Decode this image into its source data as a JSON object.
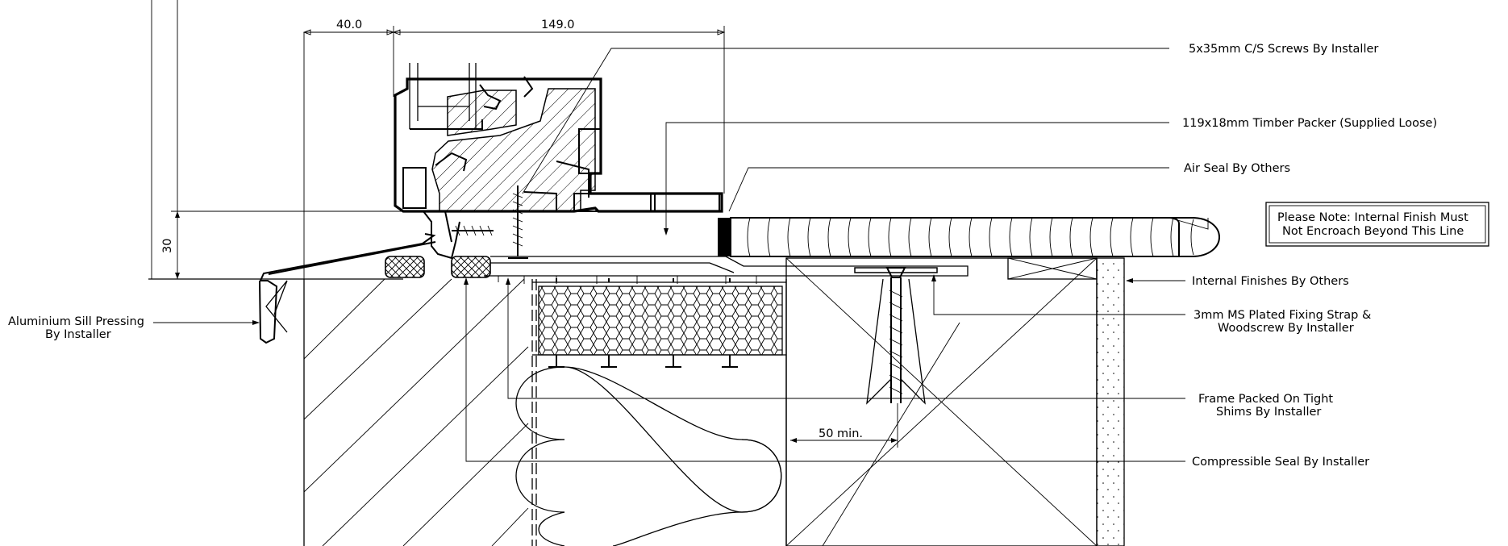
{
  "dimensions": {
    "d40": "40.0",
    "d149": "149.0",
    "d30": "30",
    "d50": "50 min."
  },
  "labels": {
    "screws": "5x35mm C/S Screws By Installer",
    "packer": "119x18mm Timber Packer (Supplied Loose)",
    "airseal": "Air Seal By Others",
    "finishes": "Internal Finishes By Others",
    "strap_1": "3mm MS Plated Fixing Strap &",
    "strap_2": "Woodscrew By Installer",
    "frame_1": "Frame Packed On Tight",
    "frame_2": "Shims By Installer",
    "seal": "Compressible Seal By Installer",
    "sill_1": "Aluminium Sill Pressing",
    "sill_2": "By Installer"
  },
  "note": {
    "line1": "Please Note: Internal Finish Must",
    "line2": "Not Encroach Beyond This Line"
  }
}
